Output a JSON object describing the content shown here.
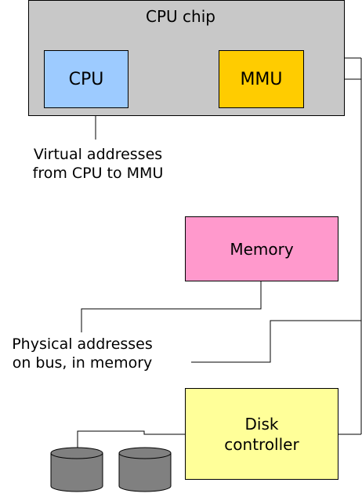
{
  "cpu_chip": {
    "title": "CPU chip",
    "fill": "#c8c8c8"
  },
  "cpu": {
    "label": "CPU",
    "fill": "#9dcbff"
  },
  "mmu": {
    "label": "MMU",
    "fill": "#ffcc00"
  },
  "memory": {
    "label": "Memory",
    "fill": "#ff99cc"
  },
  "disk_controller": {
    "label": "Disk\ncontroller",
    "fill": "#ffff99"
  },
  "annotations": {
    "virtual_addresses": "Virtual addresses\nfrom CPU to MMU",
    "physical_addresses": "Physical addresses\non bus, in memory"
  },
  "disks": {
    "fill": "#808080"
  }
}
